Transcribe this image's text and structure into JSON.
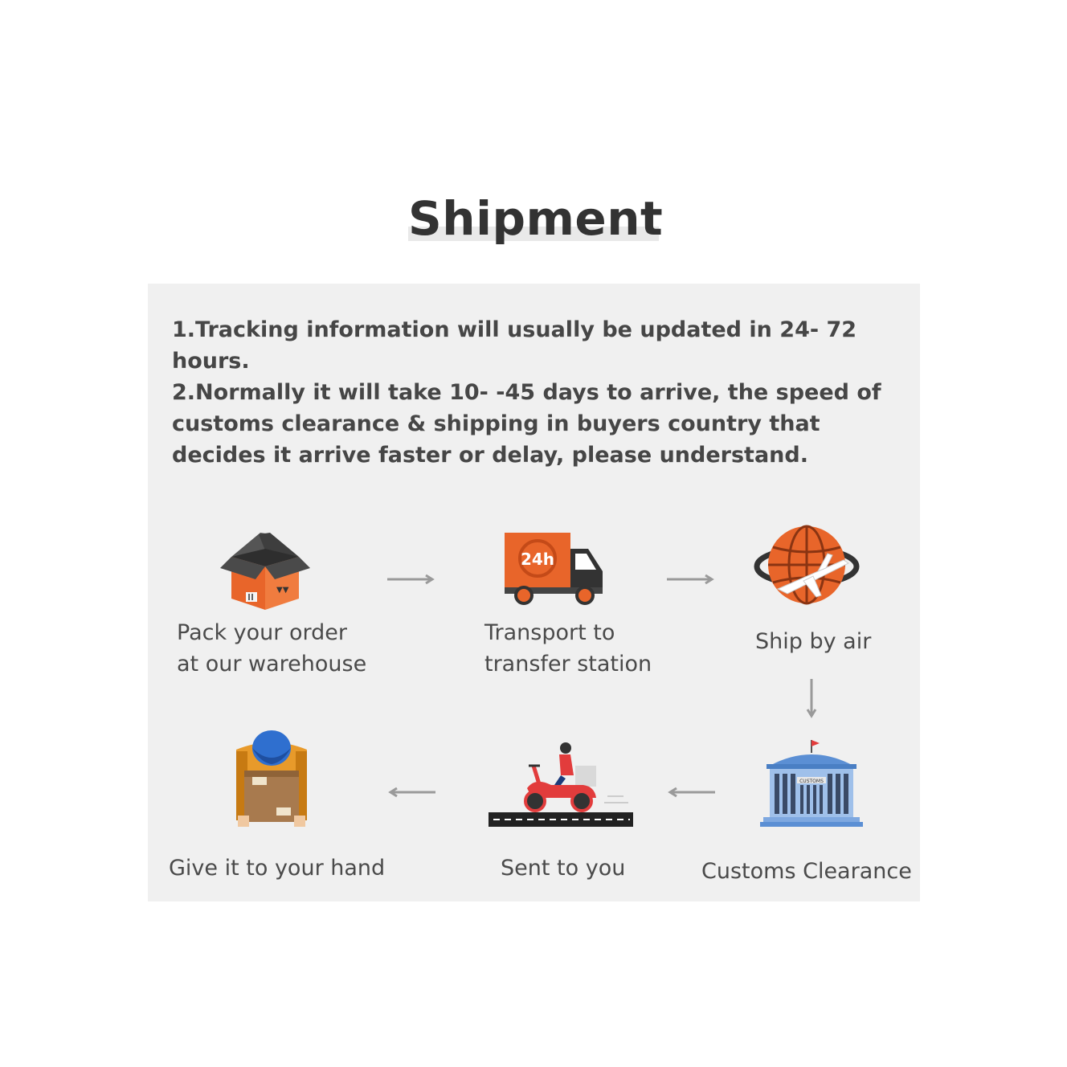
{
  "title": "Shipment",
  "notes": [
    "1.Tracking information will usually be updated in 24- 72 hours.",
    "2.Normally it will take 10- -45 days to arrive, the speed of customs clearance & shipping in buyers country that decides it arrive faster or delay, please understand."
  ],
  "steps": [
    {
      "label": "Pack your order\nat our warehouse",
      "icon": "box-icon"
    },
    {
      "label": "Transport to\ntransfer station",
      "icon": "truck-icon",
      "badge": "24h"
    },
    {
      "label": "Ship by air",
      "icon": "globe-plane-icon"
    },
    {
      "label": "Customs Clearance",
      "icon": "customs-building-icon",
      "sign": "CUSTOMS"
    },
    {
      "label": "Sent to you",
      "icon": "scooter-icon"
    },
    {
      "label": "Give it to your hand",
      "icon": "courier-icon"
    }
  ],
  "colors": {
    "orange": "#e8652a",
    "dark": "#333333",
    "panel": "#f0f0f0",
    "arrow": "#9a9a9a",
    "building": "#4a7fc4"
  }
}
